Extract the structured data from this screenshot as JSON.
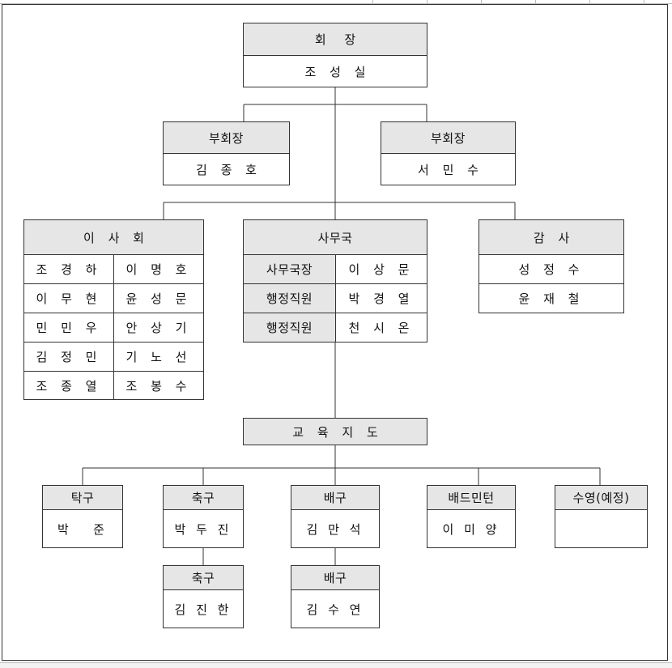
{
  "president": {
    "title": "회 장",
    "name": "조 성 실"
  },
  "vp_left": {
    "title": "부회장",
    "name": "김 종 호"
  },
  "vp_right": {
    "title": "부회장",
    "name": "서 민 수"
  },
  "board": {
    "title": "이 사 회",
    "members": [
      [
        "조 경 하",
        "이 명 호"
      ],
      [
        "이 무 현",
        "윤 성 문"
      ],
      [
        "민 민 우",
        "안 상 기"
      ],
      [
        "김 정 민",
        "기 노 선"
      ],
      [
        "조 종 열",
        "조 봉 수"
      ]
    ]
  },
  "office": {
    "title": "사무국",
    "rows": [
      {
        "role": "사무국장",
        "name": "이 상 문"
      },
      {
        "role": "행정직원",
        "name": "박 경 열"
      },
      {
        "role": "행정직원",
        "name": "천 시 온"
      }
    ]
  },
  "audit": {
    "title": "감 사",
    "members": [
      "성 정 수",
      "윤 재 철"
    ]
  },
  "education": {
    "title": "교 육 지 도"
  },
  "sports": [
    {
      "title": "탁구",
      "name": "박   준"
    },
    {
      "title": "축구",
      "name": "박 두 진"
    },
    {
      "title": "배구",
      "name": "김 만 석"
    },
    {
      "title": "배드민턴",
      "name": "이 미 양"
    },
    {
      "title": "수영(예정)",
      "name": ""
    }
  ],
  "sub_sports": [
    {
      "title": "축구",
      "name": "김 진 한"
    },
    {
      "title": "배구",
      "name": "김 수 연"
    }
  ]
}
